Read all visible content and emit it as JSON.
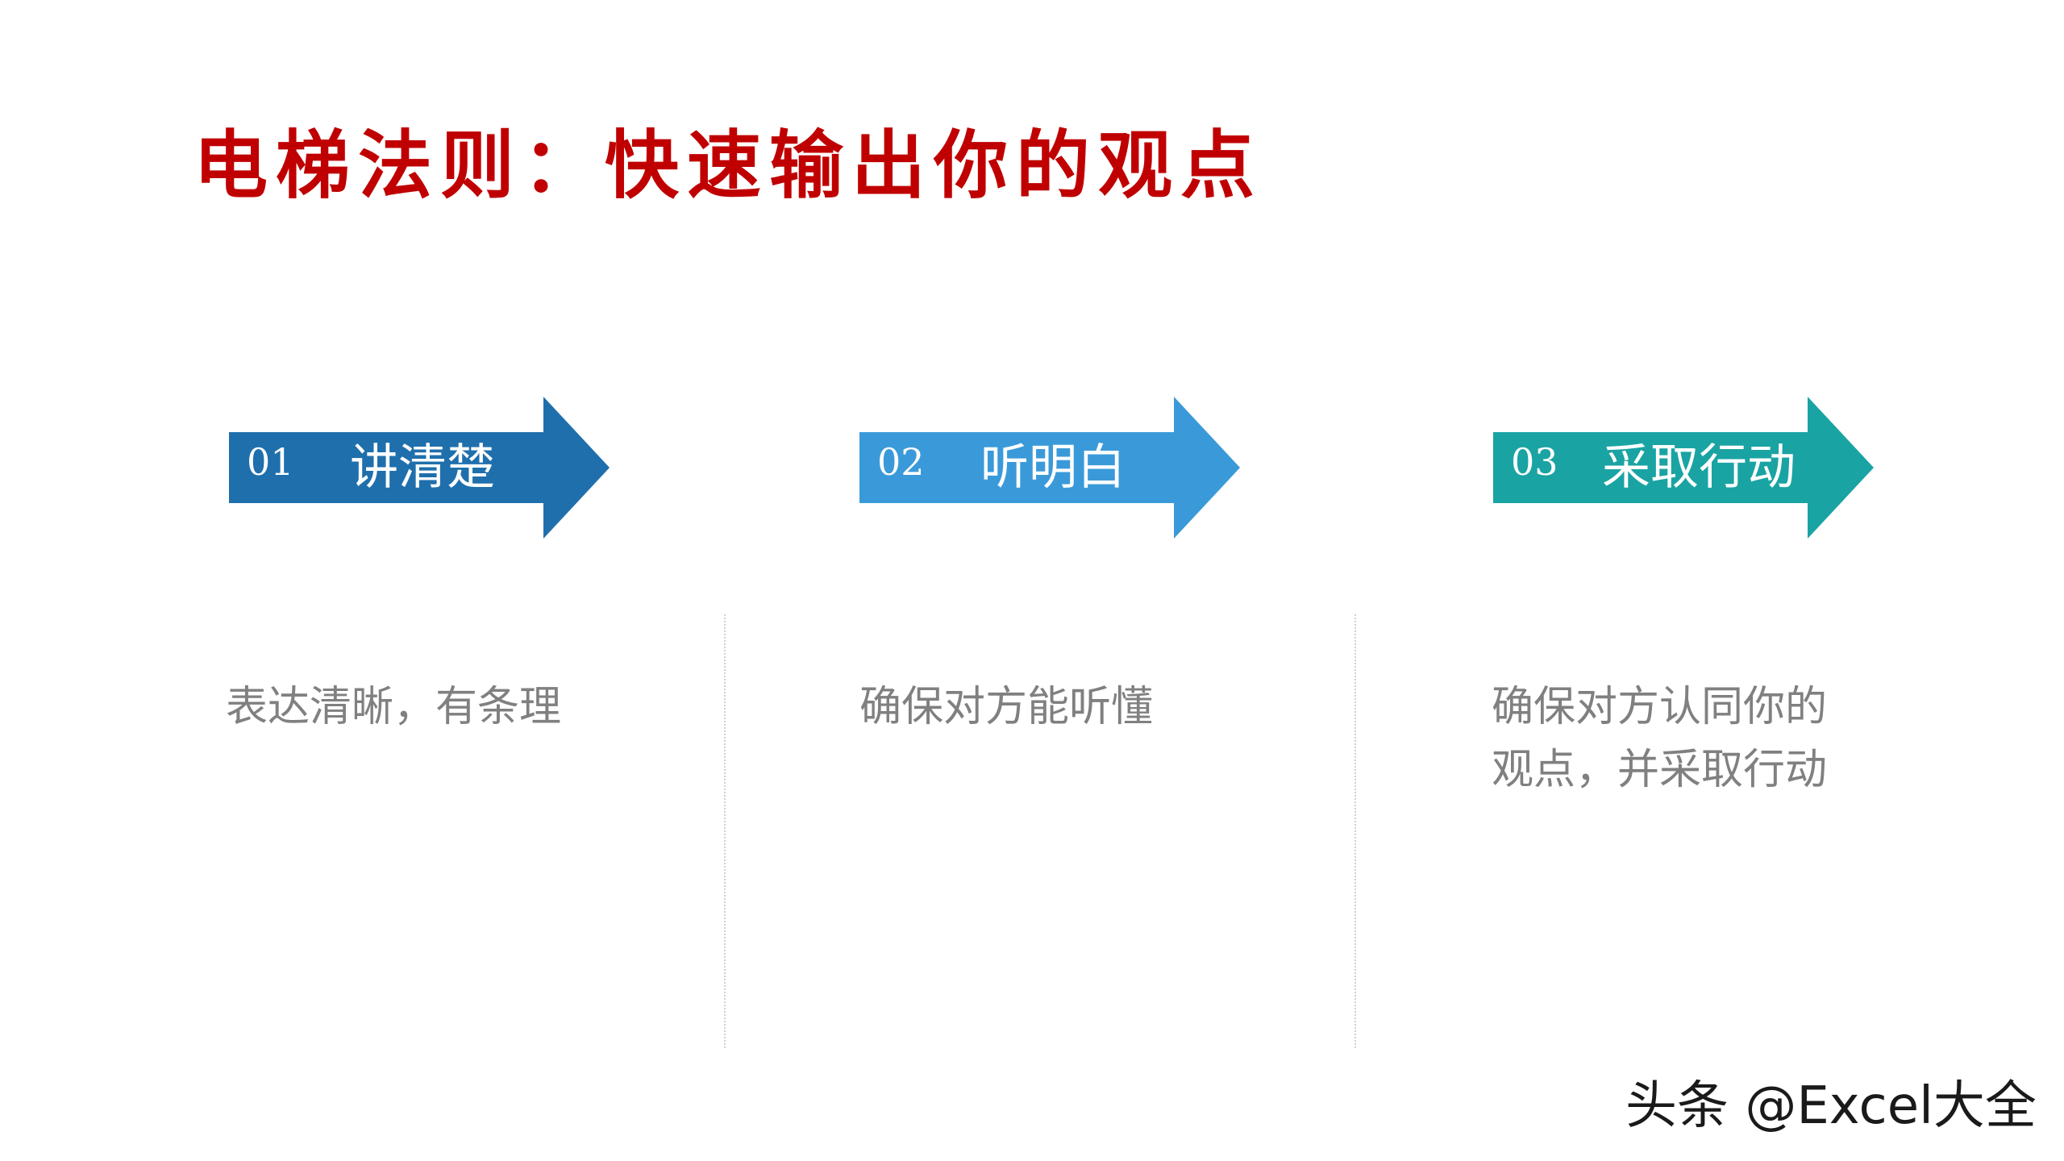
{
  "title": "电梯法则：快速输出你的观点",
  "steps": [
    {
      "number": "01",
      "label": "讲清楚",
      "color": "#1f6fad",
      "description": "表达清晰，有条理"
    },
    {
      "number": "02",
      "label": "听明白",
      "color": "#3a9ad9",
      "description": "确保对方能听懂"
    },
    {
      "number": "03",
      "label": "采取行动",
      "color": "#1aa3a3",
      "description": "确保对方认同你的观点，并采取行动"
    }
  ],
  "watermark": "头条 @Excel大全"
}
